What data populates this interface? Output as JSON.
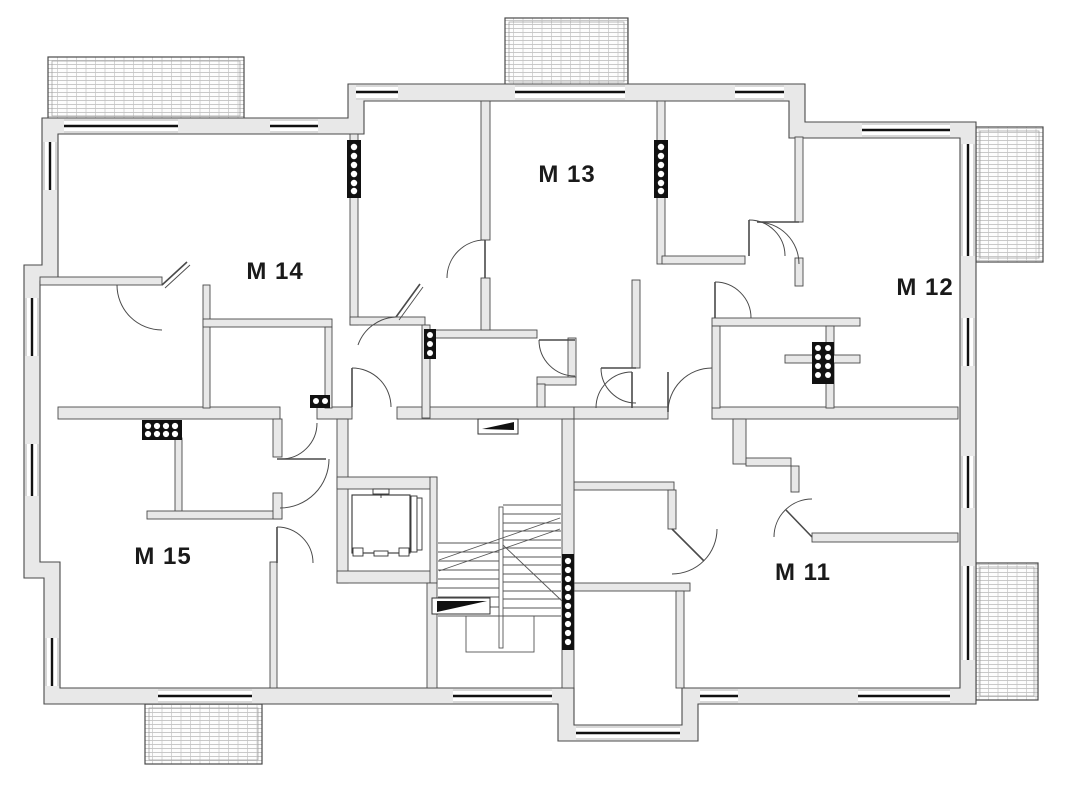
{
  "floorplan": {
    "units": [
      {
        "id": "M11",
        "label": "M 11"
      },
      {
        "id": "M12",
        "label": "M 12"
      },
      {
        "id": "M13",
        "label": "M 13"
      },
      {
        "id": "M14",
        "label": "M 14"
      },
      {
        "id": "M15",
        "label": "M 15"
      }
    ],
    "counts": {
      "units": 5,
      "balconies": 5
    },
    "symbols": {
      "staircase": "stair-flight-with-direction-lines",
      "elevator": "elevator-cab-in-shaft",
      "balcony": "hatched-grid-balcony",
      "radiator": "checkered-dot-strip",
      "door": "quarter-circle-swing-arc",
      "window": "glazing-line-in-wall"
    },
    "colors": {
      "background": "#ffffff",
      "wall_fill": "#e8e8e8",
      "wall_outline": "#4a4a4a",
      "glazing": "#111111",
      "door_arc": "#4a4a4a",
      "balcony_hatch": "#b3b3b3",
      "label": "#1a1a1a"
    }
  }
}
